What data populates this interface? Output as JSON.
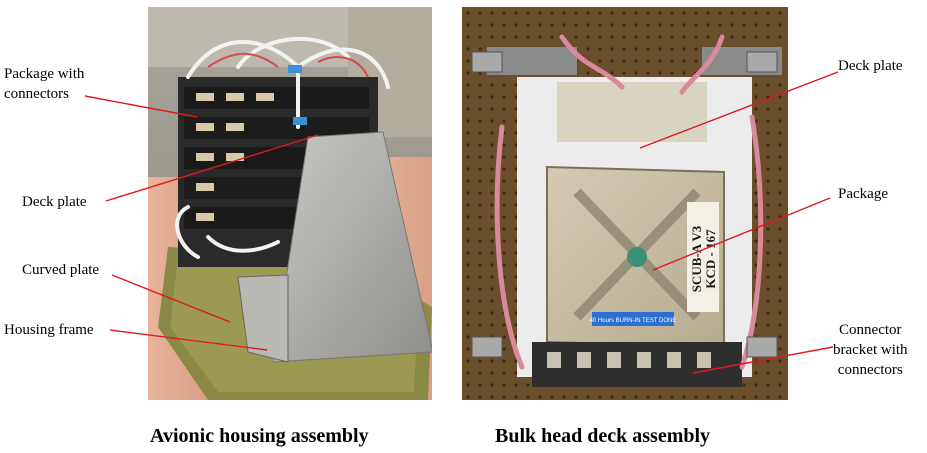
{
  "left_panel": {
    "caption": "Avionic housing assembly",
    "labels": {
      "package_with_connectors": "Package with\nconnectors",
      "deck_plate": "Deck plate",
      "curved_plate": "Curved plate",
      "housing_frame": "Housing frame"
    }
  },
  "right_panel": {
    "caption": "Bulk head deck assembly",
    "labels": {
      "deck_plate": "Deck plate",
      "package": "Package",
      "connector_bracket": "Connector\nbracket with\nconnectors"
    },
    "package_marking": "SCUB-A V3\nKCD - 167",
    "sticker_text": "40 Hours BURN-IN TEST DONE"
  },
  "colors": {
    "leader_line": "#e0191e",
    "caption_text": "#000000"
  }
}
